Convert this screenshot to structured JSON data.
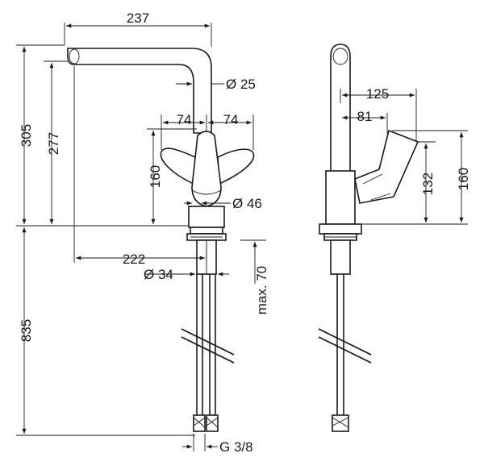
{
  "dimensions": {
    "spout_reach": "237",
    "spout_diameter": "Ø 25",
    "handle_left": "74",
    "handle_right": "74",
    "total_height": "305",
    "spout_height": "277",
    "handle_height_front": "160",
    "body_diameter": "Ø 46",
    "reach_from_center": "222",
    "shank_diameter": "Ø 34",
    "max_thickness": "max. 70",
    "length_below": "835",
    "connection": "G 3/8",
    "side_depth": "125",
    "side_lever": "81",
    "side_lever_height": "132",
    "side_total": "160"
  }
}
